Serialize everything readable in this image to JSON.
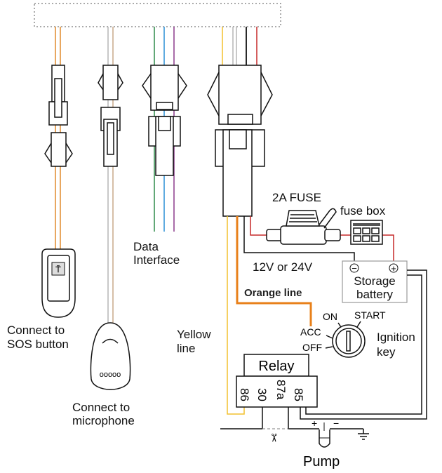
{
  "labels": {
    "sos": [
      "Connect to",
      "SOS button"
    ],
    "mic": [
      "Connect to",
      "microphone"
    ],
    "data": [
      "Data",
      "Interface"
    ],
    "yellow": [
      "Yellow",
      "line"
    ],
    "fuse": "2A FUSE",
    "fusebox": "fuse box",
    "voltage": "12V or 24V",
    "orange": "Orange line",
    "battery": [
      "Storage",
      "battery"
    ],
    "battery_minus": "−",
    "battery_plus": "+",
    "ignition": [
      "Ignition",
      "key"
    ],
    "key_positions": {
      "on": "ON",
      "start": "START",
      "acc": "ACC",
      "off": "OFF"
    },
    "relay": "Relay",
    "relay_pins": [
      "86",
      "30",
      "87a",
      "85"
    ],
    "pump": "Pump",
    "pump_plus": "+",
    "pump_minus": "−"
  },
  "colors": {
    "orange": "#e08a2c",
    "gray": "#b5b5b5",
    "tan": "#c9a98a",
    "green": "#2e8b4a",
    "blue": "#2a8fd6",
    "purple": "#8b3a8b",
    "yellow": "#f2c12e",
    "black": "#111111",
    "red": "#c62828",
    "orange_line": "#e8801a"
  }
}
